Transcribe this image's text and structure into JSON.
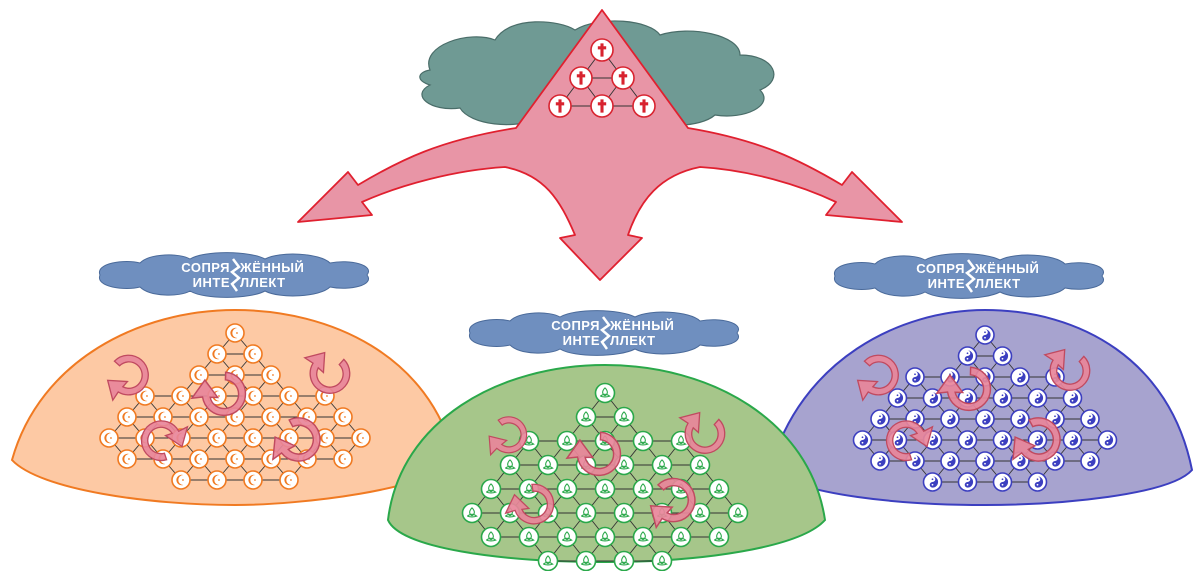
{
  "colors": {
    "top_cloud": "#6f9a94",
    "arrow_fill": "#e895a6",
    "arrow_stroke": "#e0202f",
    "label_cloud": "#6f8fbf",
    "orange_fill": "#fdc9a4",
    "orange_stroke": "#f07a22",
    "green_fill": "#a6c68a",
    "green_stroke": "#2aa84a",
    "blue_fill": "#a7a3cf",
    "blue_stroke": "#3c3fc0",
    "spiral_fill": "#e8869a",
    "spiral_stroke": "#c04a60"
  },
  "icons": {
    "top": "cross-icon",
    "orange": "crescent-icon",
    "green": "triquetra-icon",
    "blue": "yin-yang-icon",
    "spiral": "circular-arrow-icon"
  },
  "labels": {
    "left": {
      "line1a": "СОПРЯ",
      "line1b": "ЖЁННЫЙ",
      "line2a": "ИНТЕ",
      "line2b": "ЛЛЕКТ"
    },
    "center": {
      "line1a": "СОПРЯ",
      "line1b": "ЖЁННЫЙ",
      "line2a": "ИНТЕ",
      "line2b": "ЛЛЕКТ"
    },
    "right": {
      "line1a": "СОПРЯ",
      "line1b": "ЖЁННЫЙ",
      "line2a": "ИНТЕ",
      "line2b": "ЛЛЕКТ"
    }
  }
}
